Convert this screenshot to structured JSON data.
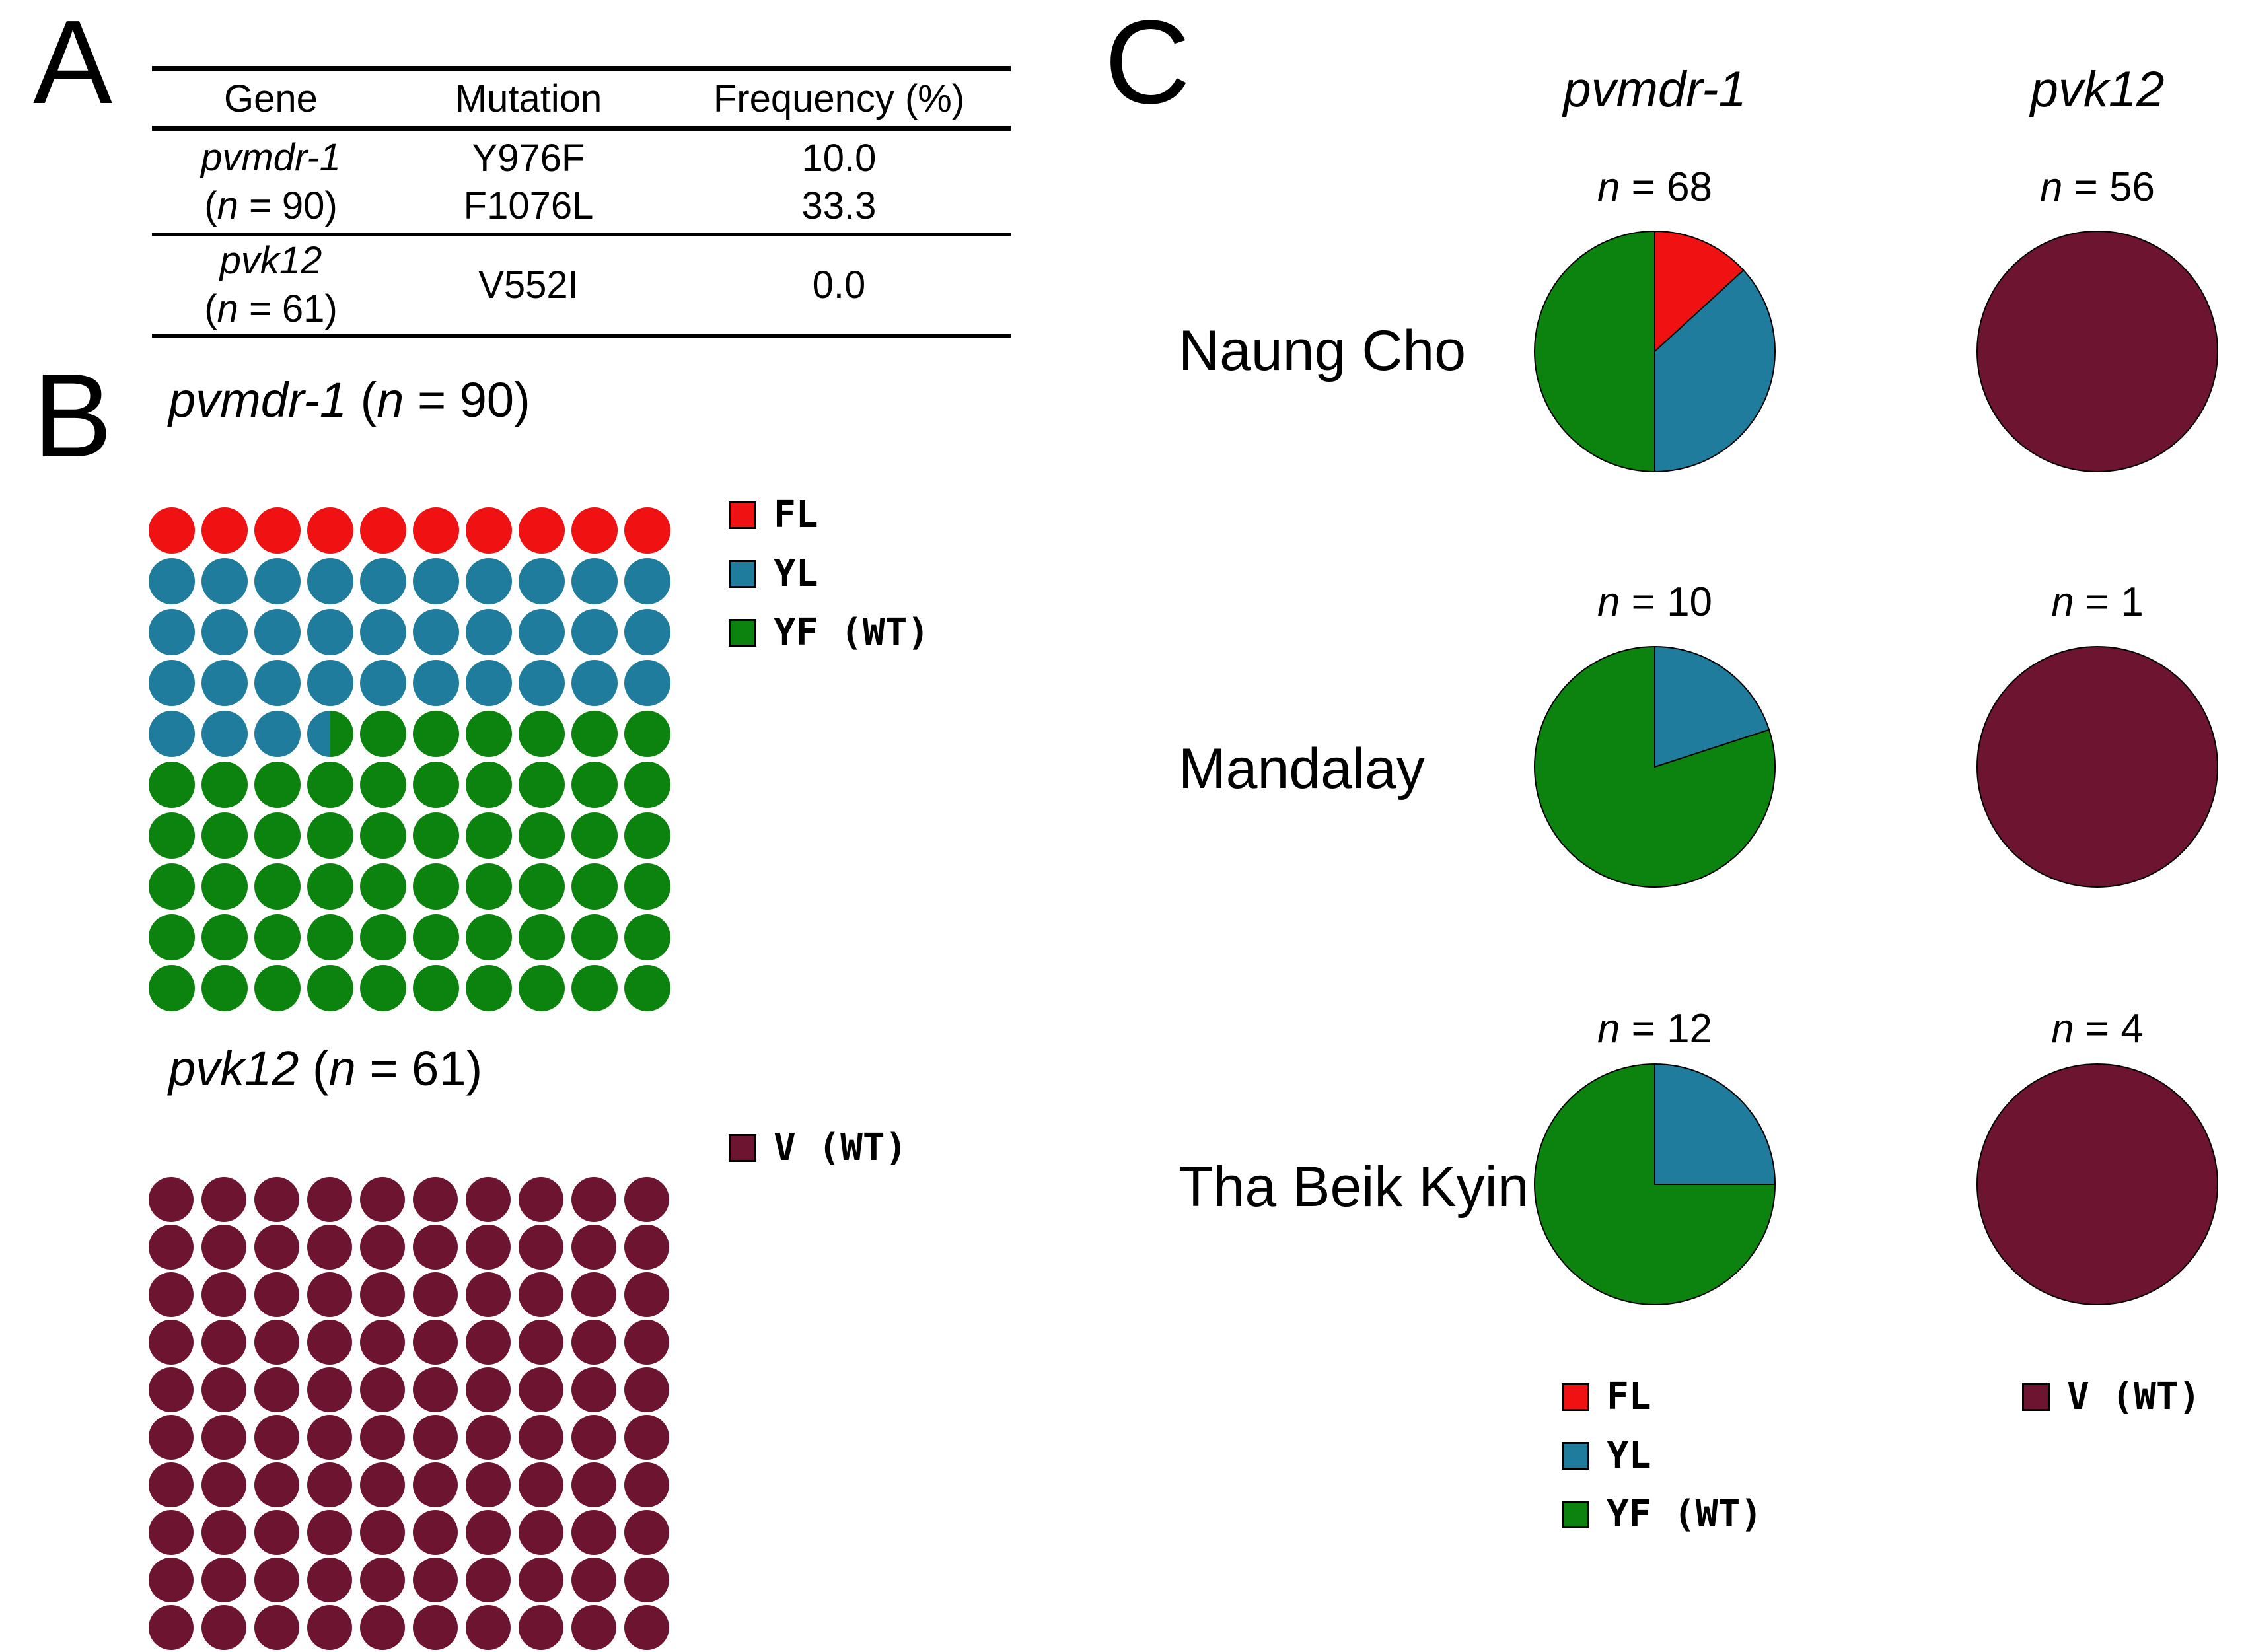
{
  "colors": {
    "FL": "#f01212",
    "YL": "#1f7c9c",
    "YF": "#0d830f",
    "V": "#6c1430"
  },
  "panel_a": {
    "label": "A",
    "table": {
      "headers": [
        "Gene",
        "Mutation",
        "Frequency (%)"
      ],
      "groups": [
        {
          "gene": "pvmdr-1",
          "n_open": "(",
          "n_var": "n",
          "n_rest": " = 90)",
          "rows": [
            {
              "mutation": "Y976F",
              "frequency": "10.0"
            },
            {
              "mutation": "F1076L",
              "frequency": "33.3"
            }
          ]
        },
        {
          "gene": "pvk12",
          "n_open": "(",
          "n_var": "n",
          "n_rest": " = 61)",
          "rows": [
            {
              "mutation": "V552I",
              "frequency": "0.0"
            }
          ]
        }
      ]
    }
  },
  "panel_b": {
    "label": "B",
    "waffle1_title": {
      "gene": "pvmdr-1",
      "open": " (",
      "var": "n",
      "rest": " = 90)"
    },
    "waffle2_title": {
      "gene": "pvk12",
      "open": " (",
      "var": "n",
      "rest": " = 61)"
    },
    "legend1": [
      {
        "key": "FL",
        "label": "FL"
      },
      {
        "key": "YL",
        "label": "YL"
      },
      {
        "key": "YF",
        "label": "YF (WT)"
      }
    ],
    "legend2": [
      {
        "key": "V",
        "label": "V (WT)"
      }
    ]
  },
  "panel_c": {
    "label": "C",
    "col_titles": [
      "pvmdr-1",
      "pvk12"
    ],
    "rows": [
      {
        "site": "Naung Cho",
        "n1_var": "n",
        "n1_rest": " = 68",
        "n2_var": "n",
        "n2_rest": " = 56"
      },
      {
        "site": "Mandalay",
        "n1_var": "n",
        "n1_rest": " = 10",
        "n2_var": "n",
        "n2_rest": " = 1"
      },
      {
        "site": "Tha Beik Kyin",
        "n1_var": "n",
        "n1_rest": " = 12",
        "n2_var": "n",
        "n2_rest": " = 4"
      }
    ],
    "legend_left": [
      {
        "key": "FL",
        "label": "FL"
      },
      {
        "key": "YL",
        "label": "YL"
      },
      {
        "key": "YF",
        "label": "YF (WT)"
      }
    ],
    "legend_right": [
      {
        "key": "V",
        "label": "V (WT)"
      }
    ]
  },
  "chart_data": [
    {
      "id": "table-mutation-frequency",
      "type": "table",
      "columns": [
        "Gene",
        "Mutation",
        "Frequency (%)"
      ],
      "rows": [
        [
          "pvmdr-1 (n = 90)",
          "Y976F",
          10.0
        ],
        [
          "pvmdr-1 (n = 90)",
          "F1076L",
          33.3
        ],
        [
          "pvk12 (n = 61)",
          "V552I",
          0.0
        ]
      ]
    },
    {
      "id": "waffle-pvmdr1",
      "type": "waffle",
      "title": "pvmdr-1 (n = 90)",
      "n": 90,
      "rows": 10,
      "cols": 10,
      "cell_unit": "1 percent",
      "segments": [
        {
          "label": "FL",
          "color_key": "FL",
          "cells": 10
        },
        {
          "label": "YL",
          "color_key": "YL",
          "cells": 33.5
        },
        {
          "label": "YF (WT)",
          "color_key": "YF",
          "cells": 56.5
        }
      ]
    },
    {
      "id": "waffle-pvk12",
      "type": "waffle",
      "title": "pvk12 (n = 61)",
      "n": 61,
      "rows": 10,
      "cols": 10,
      "cell_unit": "1 percent",
      "segments": [
        {
          "label": "V (WT)",
          "color_key": "V",
          "cells": 100
        }
      ]
    },
    {
      "id": "pie-naungcho-pvmdr1",
      "type": "pie",
      "site": "Naung Cho",
      "gene": "pvmdr-1",
      "n": 68,
      "slices": [
        {
          "label": "FL",
          "color_key": "FL",
          "percent": 13.2
        },
        {
          "label": "YL",
          "color_key": "YL",
          "percent": 36.8
        },
        {
          "label": "YF (WT)",
          "color_key": "YF",
          "percent": 50.0
        }
      ]
    },
    {
      "id": "pie-naungcho-pvk12",
      "type": "pie",
      "site": "Naung Cho",
      "gene": "pvk12",
      "n": 56,
      "slices": [
        {
          "label": "V (WT)",
          "color_key": "V",
          "percent": 100
        }
      ]
    },
    {
      "id": "pie-mandalay-pvmdr1",
      "type": "pie",
      "site": "Mandalay",
      "gene": "pvmdr-1",
      "n": 10,
      "slices": [
        {
          "label": "YL",
          "color_key": "YL",
          "percent": 20
        },
        {
          "label": "YF (WT)",
          "color_key": "YF",
          "percent": 80
        }
      ]
    },
    {
      "id": "pie-mandalay-pvk12",
      "type": "pie",
      "site": "Mandalay",
      "gene": "pvk12",
      "n": 1,
      "slices": [
        {
          "label": "V (WT)",
          "color_key": "V",
          "percent": 100
        }
      ]
    },
    {
      "id": "pie-thabeikkyin-pvmdr1",
      "type": "pie",
      "site": "Tha Beik Kyin",
      "gene": "pvmdr-1",
      "n": 12,
      "slices": [
        {
          "label": "YL",
          "color_key": "YL",
          "percent": 25
        },
        {
          "label": "YF (WT)",
          "color_key": "YF",
          "percent": 75
        }
      ]
    },
    {
      "id": "pie-thabeikkyin-pvk12",
      "type": "pie",
      "site": "Tha Beik Kyin",
      "gene": "pvk12",
      "n": 4,
      "slices": [
        {
          "label": "V (WT)",
          "color_key": "V",
          "percent": 100
        }
      ]
    }
  ]
}
